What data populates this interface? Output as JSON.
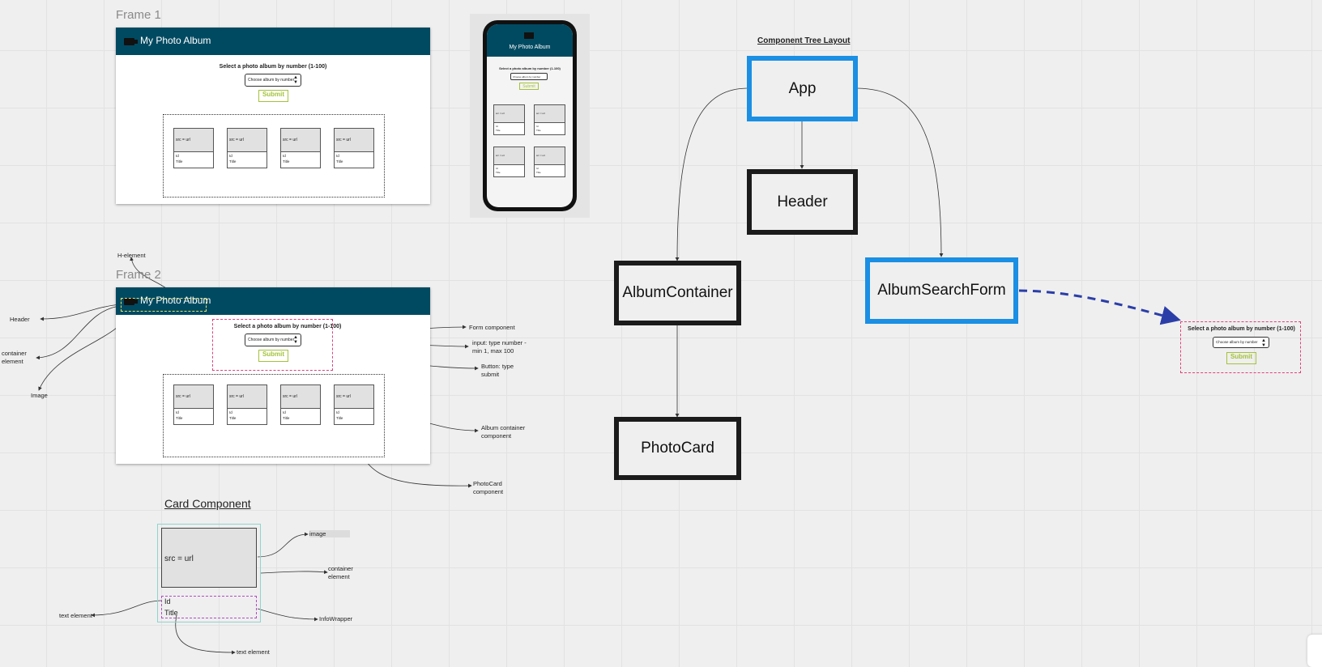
{
  "frame1": {
    "label": "Frame 1",
    "header_title": "My Photo Album",
    "prompt": "Select a photo album by number (1-100)",
    "select_placeholder": "Choose album by number",
    "submit_label": "Submit",
    "cards": [
      {
        "src": "src = url",
        "id": "Id",
        "title": "Title"
      },
      {
        "src": "src = url",
        "id": "Id",
        "title": "Title"
      },
      {
        "src": "src = url",
        "id": "Id",
        "title": "Title"
      },
      {
        "src": "src = url",
        "id": "Id",
        "title": "Title"
      }
    ]
  },
  "phone": {
    "header_title": "My Photo Album",
    "prompt": "Select a photo album by number (1-100)",
    "select_placeholder": "Choose album by number",
    "submit_label": "Submit",
    "cards": [
      {
        "src": "src = url",
        "id": "Id",
        "title": "Title"
      },
      {
        "src": "src = url",
        "id": "Id",
        "title": "Title"
      },
      {
        "src": "src = url",
        "id": "Id",
        "title": "Title"
      },
      {
        "src": "src = url",
        "id": "Id",
        "title": "Title"
      }
    ]
  },
  "frame2": {
    "label": "Frame 2",
    "header_title": "My Photo Album",
    "prompt": "Select a photo album by number (1-100)",
    "select_placeholder": "Choose album by number",
    "submit_label": "Submit",
    "cards": [
      {
        "src": "src = url",
        "id": "Id",
        "title": "Title"
      },
      {
        "src": "src = url",
        "id": "Id",
        "title": "Title"
      },
      {
        "src": "src = url",
        "id": "Id",
        "title": "Title"
      },
      {
        "src": "src = url",
        "id": "Id",
        "title": "Title"
      }
    ],
    "annotations": {
      "h_element": "H-element",
      "header": "Header",
      "container_element": "container element",
      "image": "Image",
      "form_component": "Form component",
      "input": "input: type number - min 1, max 100",
      "button": "Button: type submit",
      "album_container": "Album container component",
      "photocard": "PhotoCard component"
    }
  },
  "card_component": {
    "title": "Card Component",
    "src": "src = url",
    "id": "Id",
    "title_text": "Title",
    "annotations": {
      "image": "image",
      "container_element": "container element",
      "info_wrapper": "InfoWrapper",
      "text_element_left": "text element",
      "text_element_bottom": "text element"
    }
  },
  "tree": {
    "title": "Component Tree Layout",
    "nodes": {
      "app": "App",
      "header": "Header",
      "album_container": "AlbumContainer",
      "album_search_form": "AlbumSearchForm",
      "photo_card": "PhotoCard"
    },
    "form_preview": {
      "prompt": "Select a photo album by number (1-100)",
      "select_placeholder": "Choose album by number",
      "submit_label": "Submit"
    }
  },
  "colors": {
    "header_bg": "#004a61",
    "node_blue": "#1a8fe3",
    "node_black": "#1b1b1b",
    "submit_green": "#a4c23a",
    "dashed_pink": "#e0407a",
    "arrow_blue": "#2b3ea8"
  }
}
